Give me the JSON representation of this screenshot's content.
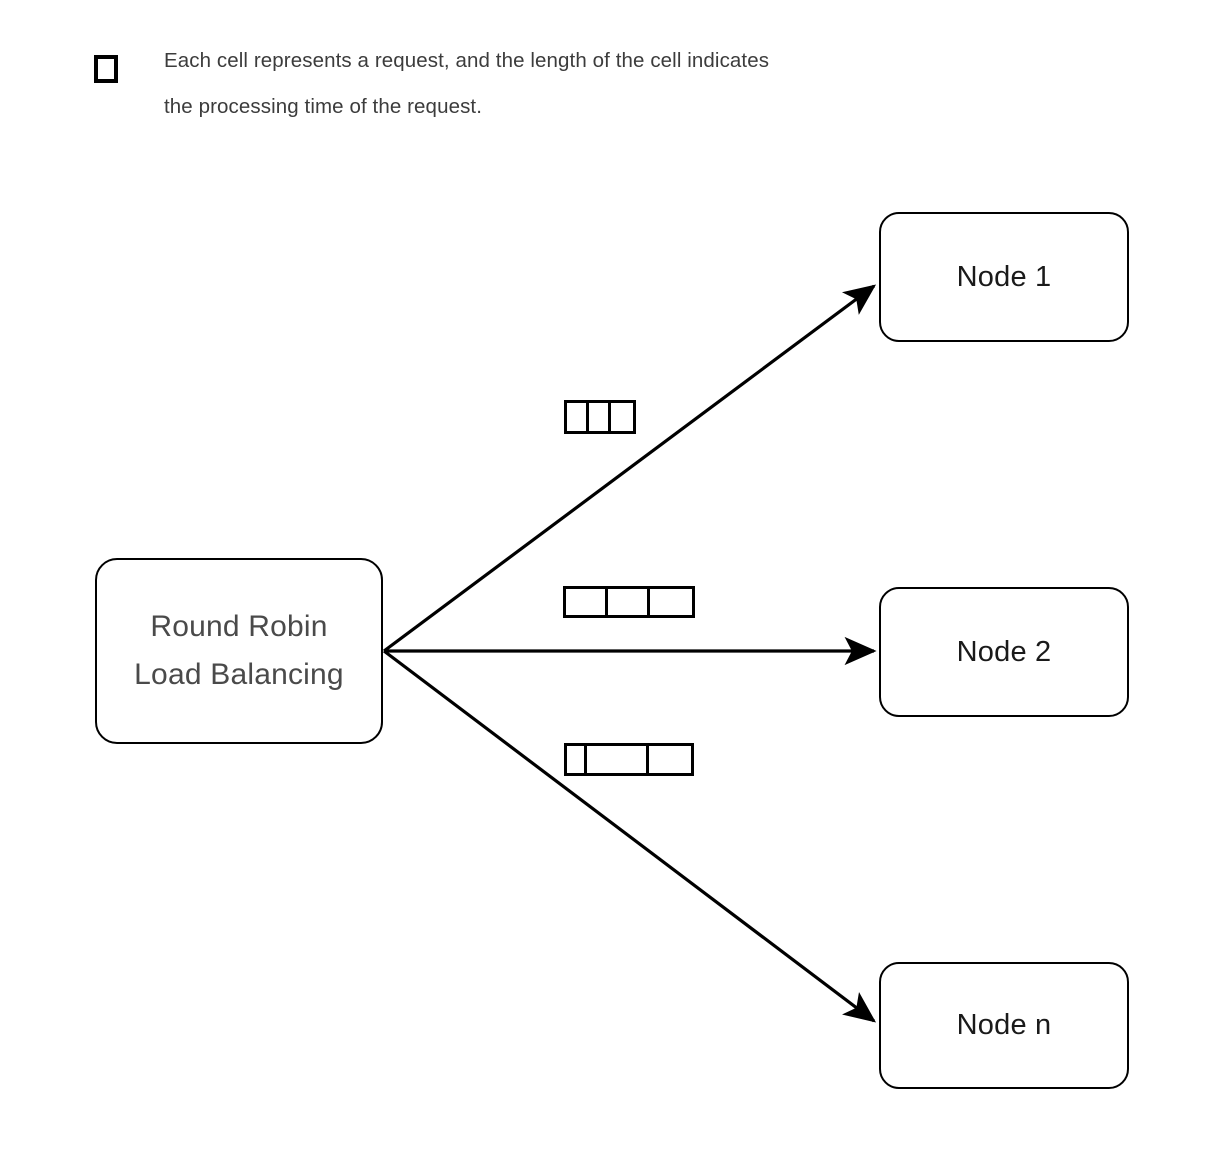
{
  "legend": {
    "swatch_icon": "empty-square-cell-icon",
    "text": "Each cell represents a request, and the length of the cell indicates\nthe processing time of the request."
  },
  "diagram": {
    "type": "round-robin-load-balancing-flow",
    "source": {
      "label": "Round Robin\nLoad Balancing",
      "text_color": "#4a4a4a",
      "border_color": "#000000"
    },
    "nodes": [
      {
        "id": "node-1",
        "label": "Node 1"
      },
      {
        "id": "node-2",
        "label": "Node 2"
      },
      {
        "id": "node-n",
        "label": "Node n"
      }
    ],
    "edges": [
      {
        "id": "edge-to-node-1",
        "from": "Round Robin Load Balancing",
        "to": "Node 1",
        "direction": "up-right"
      },
      {
        "id": "edge-to-node-2",
        "from": "Round Robin Load Balancing",
        "to": "Node 2",
        "direction": "right"
      },
      {
        "id": "edge-to-node-n",
        "from": "Round Robin Load Balancing",
        "to": "Node n",
        "direction": "down-right"
      }
    ],
    "queues": [
      {
        "id": "queue-node-1",
        "for": "Node 1",
        "cell_count": 3,
        "cell_widths": [
          22,
          22,
          22
        ]
      },
      {
        "id": "queue-node-2",
        "for": "Node 2",
        "cell_count": 3,
        "cell_widths": [
          42,
          42,
          42
        ]
      },
      {
        "id": "queue-node-n",
        "for": "Node n",
        "cell_count": 3,
        "cell_widths": [
          20,
          62,
          42
        ]
      }
    ]
  },
  "colors": {
    "stroke": "#000000",
    "legend_text": "#3c3c3c",
    "node_text": "#1a1a1a",
    "background": "#ffffff"
  }
}
